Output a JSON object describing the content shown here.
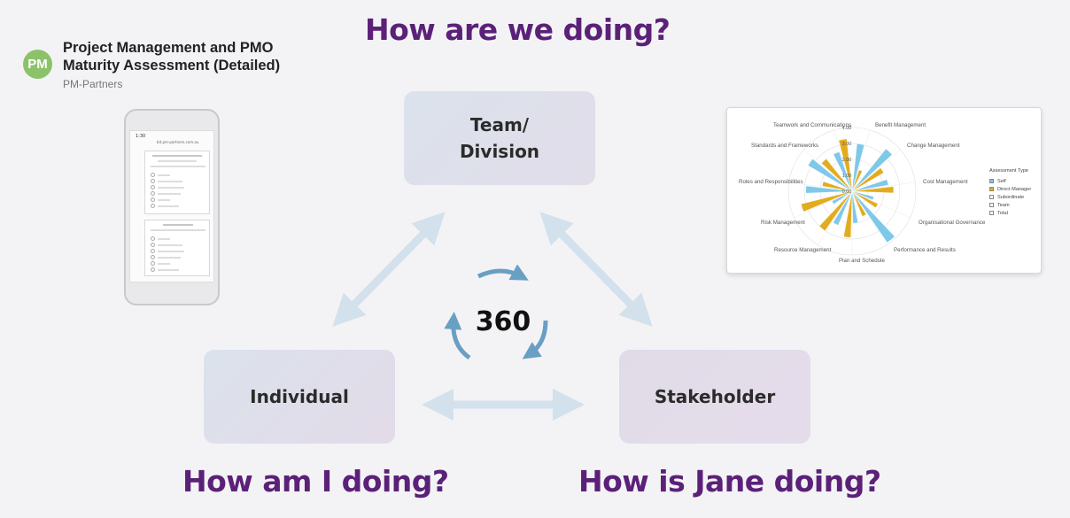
{
  "headings": {
    "top": "How are we doing?",
    "left": "How am I doing?",
    "right": "How is Jane doing?"
  },
  "brand": {
    "badge": "PM",
    "title_line1": "Project Management and PMO",
    "title_line2": "Maturity Assessment (Detailed)",
    "subtitle": "PM-Partners"
  },
  "boxes": {
    "team_line1": "Team/",
    "team_line2": "Division",
    "individual": "Individual",
    "stakeholder": "Stakeholder"
  },
  "center_label": "360",
  "colors": {
    "heading": "#5b2178",
    "arrow": "#d3e1ec",
    "cycle_arrow": "#6a9fc4",
    "self": "#7ec8ea",
    "direct_manager": "#e3ac1e",
    "badge": "#8cc26a"
  },
  "phone": {
    "status_time": "1:30",
    "url": "bit.pm-partners.com.au"
  },
  "chart_data": {
    "type": "radar",
    "subtype": "polar-bar",
    "title": "",
    "scale_ticks": [
      "4.00",
      "3.00",
      "2.00",
      "1.00",
      "0.00"
    ],
    "scale_max": 4,
    "categories": [
      "Benefit Management",
      "Change Management",
      "Cost Management",
      "Organisational Governance",
      "Performance and Results",
      "Plan and Schedule",
      "Resource Management",
      "Risk Management",
      "Roles and Responsibilities",
      "Standards and Frameworks",
      "Teamwork and Communications"
    ],
    "legend_title": "Assessment Type",
    "legend_position": "right",
    "series": [
      {
        "name": "Self",
        "color": "#7ec8ea",
        "values": [
          3.0,
          3.4,
          2.3,
          1.4,
          3.9,
          2.0,
          2.3,
          1.4,
          2.9,
          3.2,
          2.6
        ]
      },
      {
        "name": "Direct Manager",
        "color": "#e3ac1e",
        "values": [
          1.4,
          2.3,
          2.6,
          1.8,
          1.7,
          2.9,
          3.0,
          3.3,
          1.9,
          2.6,
          3.3
        ]
      },
      {
        "name": "Subordinate",
        "color": "#ffffff",
        "values": []
      },
      {
        "name": "Team",
        "color": "#ffffff",
        "values": []
      },
      {
        "name": "Total",
        "color": "#ffffff",
        "values": []
      }
    ]
  }
}
